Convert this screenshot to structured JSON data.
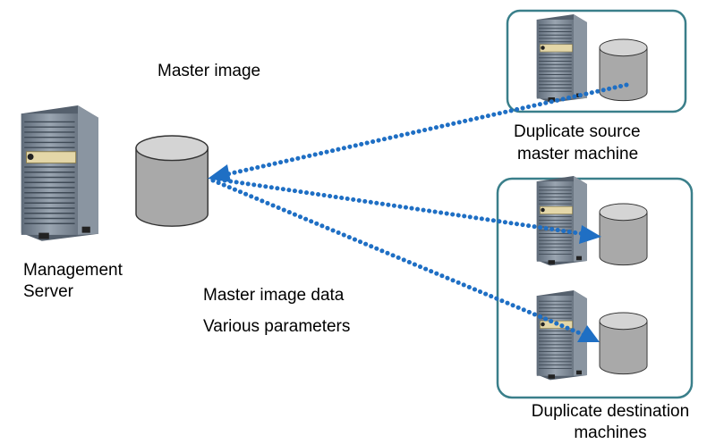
{
  "labels": {
    "master_image": "Master image",
    "management_server_line1": "Management",
    "management_server_line2": "Server",
    "source_line1": "Duplicate source",
    "source_line2": "master machine",
    "payload_line1": "Master image data",
    "payload_line2": "Various parameters",
    "destination_line1": "Duplicate destination",
    "destination_line2": "machines"
  },
  "colors": {
    "arrow": "#1f6fc4",
    "group_border": "#3a7f8a",
    "disk_body": "#a9a9a9",
    "disk_top": "#d4d4d4",
    "server_body": "#7d8896"
  },
  "icons": {
    "server": "tower-server-icon",
    "disk": "database-cylinder-icon"
  }
}
